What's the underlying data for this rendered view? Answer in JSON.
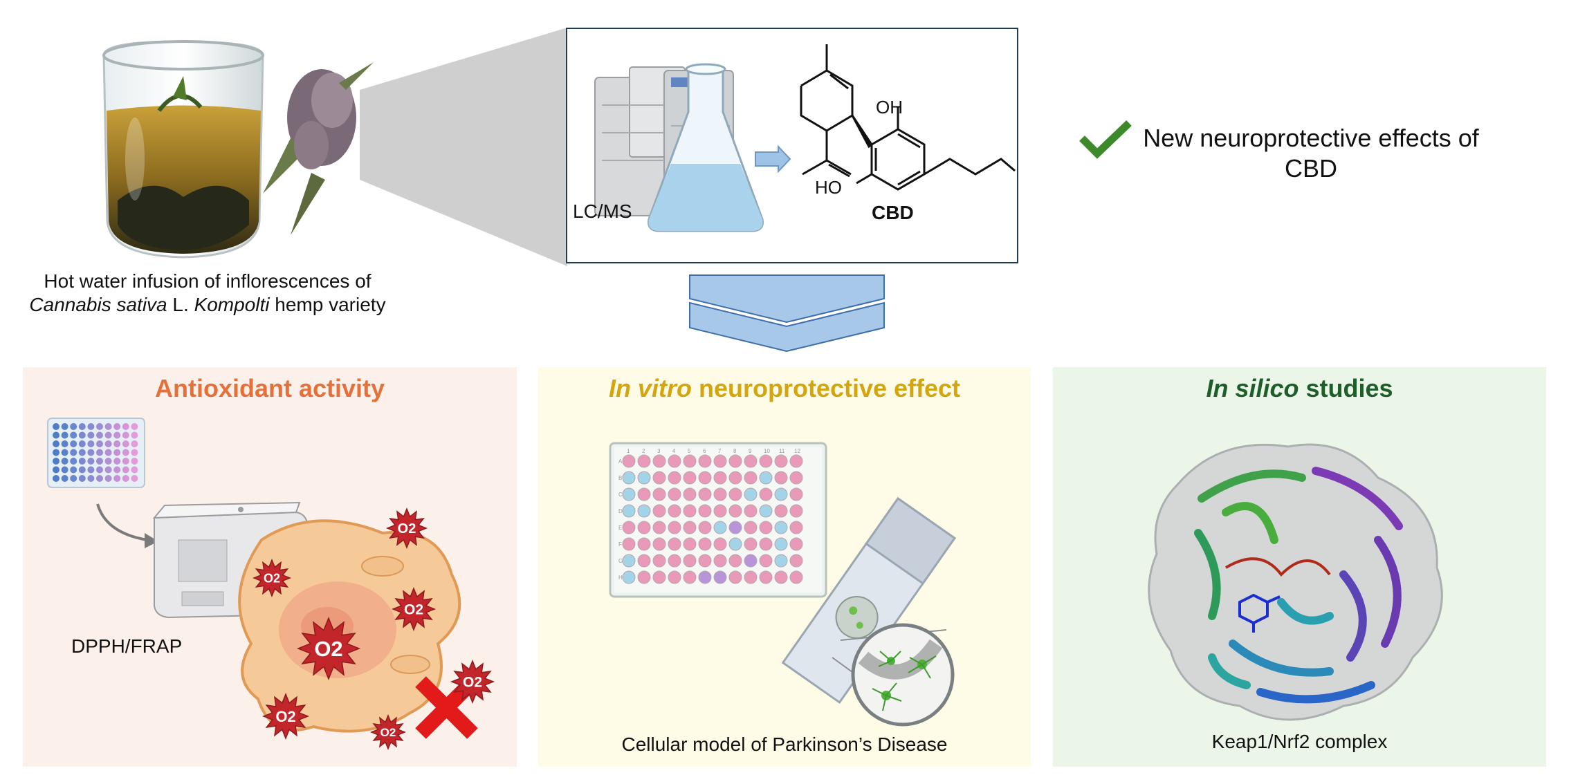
{
  "top": {
    "caption_line1": "Hot water infusion of inflorescences of",
    "caption_line2_italic1": "Cannabis sativa",
    "caption_line2_mid": " L. ",
    "caption_line2_italic2": "Kompolti",
    "caption_line2_end": " hemp variety",
    "lcms_label": "LC/MS",
    "cbd_label": "CBD",
    "oh_label": "OH",
    "ho_label": "HO",
    "result_line1": "New neuroprotective effects of",
    "result_line2": "CBD"
  },
  "panels": {
    "antioxidant": {
      "title": "Antioxidant activity",
      "label": "DPPH/FRAP",
      "o2": "O2"
    },
    "invitro": {
      "title_italic": "In vitro",
      "title_rest": " neuroprotective effect",
      "caption": "Cellular model of Parkinson’s Disease",
      "row_letters": [
        "A",
        "B",
        "C",
        "D",
        "E",
        "F",
        "G",
        "H"
      ],
      "col_numbers": [
        "1",
        "2",
        "3",
        "4",
        "5",
        "6",
        "7",
        "8",
        "9",
        "10",
        "11",
        "12"
      ]
    },
    "insilico": {
      "title_italic": "In silico",
      "title_rest": " studies",
      "caption": "Keap1/Nrf2 complex"
    }
  },
  "colors": {
    "antioxidant_title": "#e5703a",
    "invitro_title": "#d4a50f",
    "insilico_title": "#1e5e2a",
    "check": "#3d8a2a",
    "antioxidant_bg": "#fcf1ea",
    "invitro_bg": "#fefce6",
    "insilico_bg": "#ecf6e8"
  }
}
